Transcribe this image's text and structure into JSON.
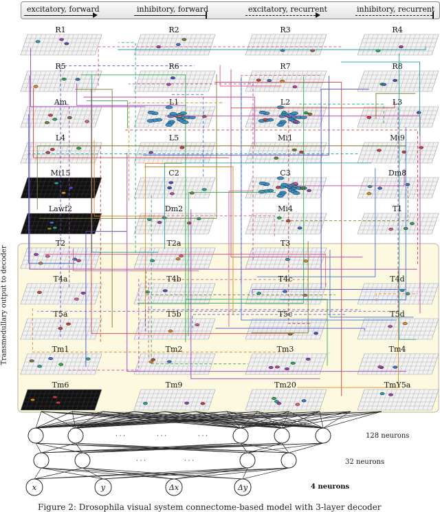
{
  "legend": [
    {
      "label": "excitatory, forward",
      "style": "solid",
      "head": "arrow"
    },
    {
      "label": "inhibitory, forward",
      "style": "solid",
      "head": "bar"
    },
    {
      "label": "excitatory, recurrent",
      "style": "dashed",
      "head": "arrow"
    },
    {
      "label": "inhibitory, recurrent",
      "style": "dashed",
      "head": "bar"
    }
  ],
  "cell_types": [
    [
      "R1",
      "R2",
      "R3",
      "R4"
    ],
    [
      "R5",
      "R6",
      "R7",
      "R8"
    ],
    [
      "Am",
      "L1",
      "L2",
      "L3"
    ],
    [
      "L4",
      "L5",
      "Mi1",
      "Mi9"
    ],
    [
      "Mi15",
      "C2",
      "C3",
      "Dm8"
    ],
    [
      "Lawf2",
      "Dm2",
      "Mi4",
      "T1"
    ],
    [
      "T2",
      "T2a",
      "T3",
      ""
    ],
    [
      "T4a",
      "T4b",
      "T4c",
      "T4d"
    ],
    [
      "T5a",
      "T5b",
      "T5c",
      "T5d"
    ],
    [
      "Tm1",
      "Tm2",
      "Tm3",
      "Tm4"
    ],
    [
      "Tm6",
      "Tm9",
      "Tm20",
      "TmY5a"
    ]
  ],
  "side_label": "Transmedullary output to decoder",
  "decoder": {
    "layer1_label": "128 neurons",
    "layer2_label": "32 neurons",
    "output_label": "4 neurons",
    "outputs": [
      "x",
      "y",
      "Δx",
      "Δy"
    ],
    "ellipsis": "· · ·"
  },
  "caption": "Figure 2: Drosophila visual system connectome-based model with 3-layer decoder",
  "colors": {
    "panel_fill": "#fdf9e0",
    "panel_stroke": "#b8b49c",
    "grid_stroke": "#a0a0a0",
    "grid_fill": "#f2f2f2",
    "node_blue": "#3a8fc7",
    "line_palette": [
      "#d23b3b",
      "#3a6fd6",
      "#2aa84a",
      "#e08a1c",
      "#9b3fb8",
      "#1fa3a3",
      "#c2449a",
      "#7a7a2a",
      "#4a4ad0",
      "#e05a8c"
    ]
  }
}
